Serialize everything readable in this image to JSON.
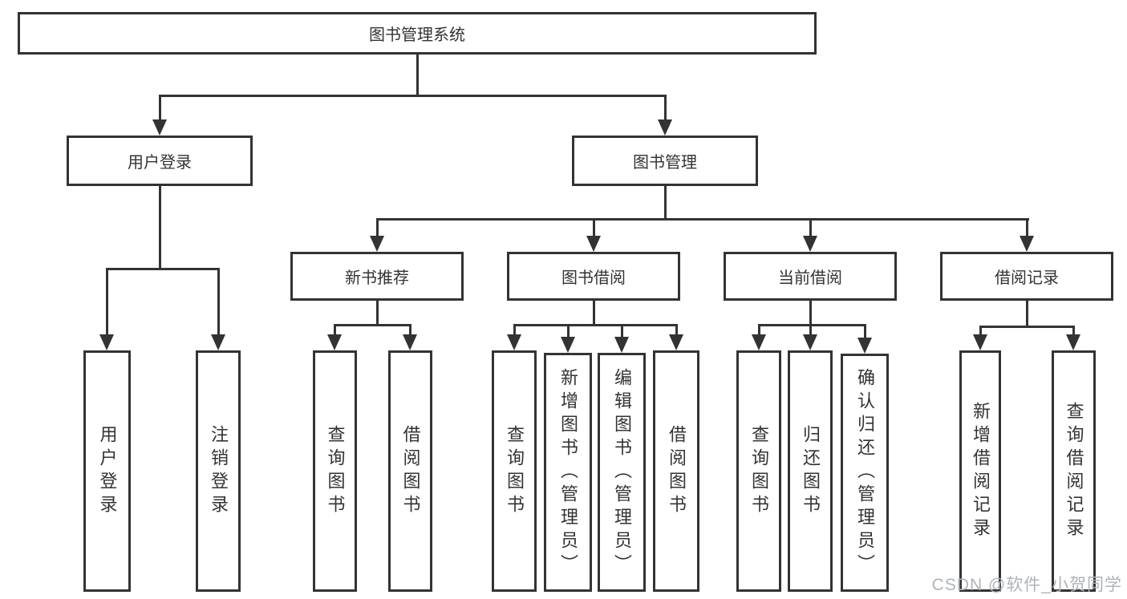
{
  "diagram_title": "图书管理系统",
  "nodes": {
    "root": "图书管理系统",
    "user_login": "用户登录",
    "book_mgmt": "图书管理",
    "new_book_rec": "新书推荐",
    "book_borrow": "图书借阅",
    "current_borrow": "当前借阅",
    "borrow_record": "借阅记录",
    "leaf_user_login": "用户登录",
    "leaf_logout": "注销登录",
    "leaf_query_book_newrec": "查询图书",
    "leaf_borrow_book_newrec": "借阅图书",
    "leaf_query_book_borrow": "查询图书",
    "leaf_add_book": "新增图书（管理员）",
    "leaf_edit_book": "编辑图书（管理员）",
    "leaf_borrow_book_borrow": "借阅图书",
    "leaf_query_book_current": "查询图书",
    "leaf_return_book": "归还图书",
    "leaf_confirm_return": "确认归还（管理员）",
    "leaf_add_record": "新增借阅记录",
    "leaf_query_record": "查询借阅记录"
  },
  "hierarchy": {
    "图书管理系统": {
      "用户登录": [
        "用户登录",
        "注销登录"
      ],
      "图书管理": {
        "新书推荐": [
          "查询图书",
          "借阅图书"
        ],
        "图书借阅": [
          "查询图书",
          "新增图书（管理员）",
          "编辑图书（管理员）",
          "借阅图书"
        ],
        "当前借阅": [
          "查询图书",
          "归还图书",
          "确认归还（管理员）"
        ],
        "借阅记录": [
          "新增借阅记录",
          "查询借阅记录"
        ]
      }
    }
  },
  "watermark": "CSDN @软件_小贺同学",
  "colors": {
    "line": "#333333",
    "text": "#333333",
    "box_background": "#ffffff",
    "page_background": "#ffffff",
    "watermark": "#aeb3b8"
  }
}
